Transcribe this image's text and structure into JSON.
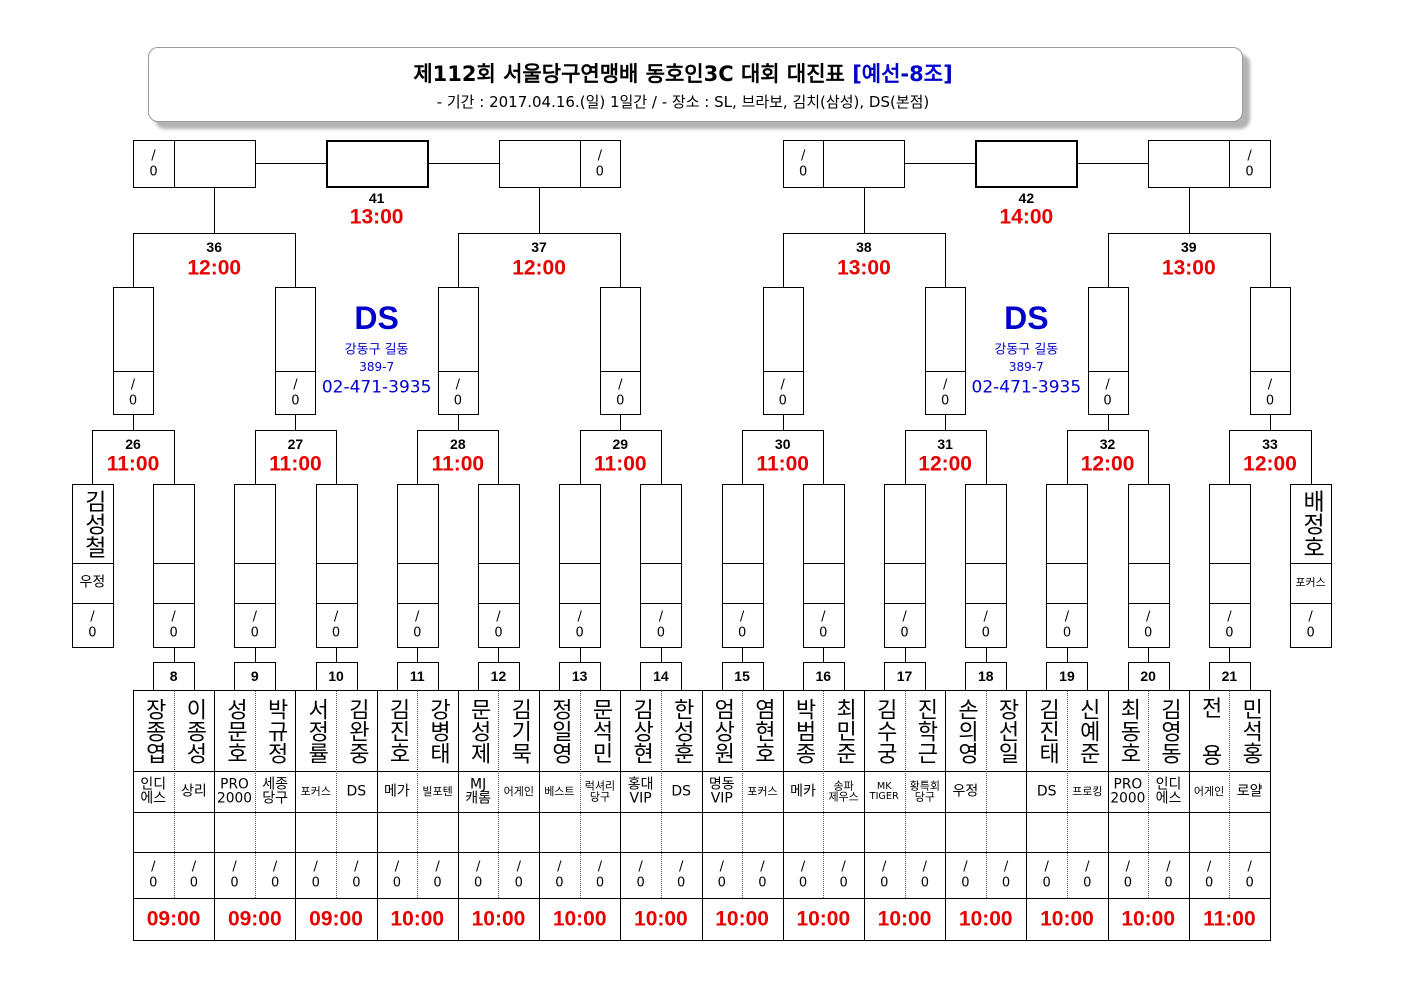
{
  "title": {
    "main": "제112회 서울당구연맹배 동호인3C 대회 대진표",
    "group": "[예선-8조]",
    "subtitle": "- 기간 : 2017.04.16.(일) 1일간 / - 장소 : SL, 브라보, 김치(삼성), DS(본점)"
  },
  "score_placeholder": {
    "slash": "/",
    "value": "0"
  },
  "venue": {
    "name": "DS",
    "address_line1": "강동구 길동",
    "address_line2": "389-7",
    "phone": "02-471-3935"
  },
  "finals": [
    {
      "no": "41",
      "time": "13:00"
    },
    {
      "no": "42",
      "time": "14:00"
    }
  ],
  "round3": [
    {
      "no": "36",
      "time": "12:00"
    },
    {
      "no": "37",
      "time": "12:00"
    },
    {
      "no": "38",
      "time": "13:00"
    },
    {
      "no": "39",
      "time": "13:00"
    }
  ],
  "round2": [
    {
      "no": "26",
      "time": "11:00"
    },
    {
      "no": "27",
      "time": "11:00"
    },
    {
      "no": "28",
      "time": "11:00"
    },
    {
      "no": "29",
      "time": "11:00"
    },
    {
      "no": "30",
      "time": "11:00"
    },
    {
      "no": "31",
      "time": "12:00"
    },
    {
      "no": "32",
      "time": "12:00"
    },
    {
      "no": "33",
      "time": "12:00"
    }
  ],
  "seeded": [
    {
      "name": "김성철",
      "club": "우정"
    },
    {
      "name": "배정호",
      "club": "포커스"
    }
  ],
  "round1": [
    {
      "no": "8",
      "time": "09:00",
      "players": [
        {
          "name": "장종엽",
          "club": "인디\n에스"
        },
        {
          "name": "이종성",
          "club": "상리"
        }
      ]
    },
    {
      "no": "9",
      "time": "09:00",
      "players": [
        {
          "name": "성문호",
          "club": "PRO\n2000"
        },
        {
          "name": "박규정",
          "club": "세종\n당구"
        }
      ]
    },
    {
      "no": "10",
      "time": "09:00",
      "players": [
        {
          "name": "서정률",
          "club": "포커스"
        },
        {
          "name": "김완중",
          "club": "DS"
        }
      ]
    },
    {
      "no": "11",
      "time": "10:00",
      "players": [
        {
          "name": "김진호",
          "club": "메가"
        },
        {
          "name": "강병태",
          "club": "빌포텐"
        }
      ]
    },
    {
      "no": "12",
      "time": "10:00",
      "players": [
        {
          "name": "문성제",
          "club": "MJ\n캐롬"
        },
        {
          "name": "김기묵",
          "club": "어게인"
        }
      ]
    },
    {
      "no": "13",
      "time": "10:00",
      "players": [
        {
          "name": "정일영",
          "club": "베스트"
        },
        {
          "name": "문석민",
          "club": "럭셔리\n당구"
        }
      ]
    },
    {
      "no": "14",
      "time": "10:00",
      "players": [
        {
          "name": "김상현",
          "club": "홍대\nVIP"
        },
        {
          "name": "한성훈",
          "club": "DS"
        }
      ]
    },
    {
      "no": "15",
      "time": "10:00",
      "players": [
        {
          "name": "엄상원",
          "club": "명동\nVIP"
        },
        {
          "name": "염현호",
          "club": "포커스"
        }
      ]
    },
    {
      "no": "16",
      "time": "10:00",
      "players": [
        {
          "name": "박범종",
          "club": "메카"
        },
        {
          "name": "최민준",
          "club": "송파\n제우스"
        }
      ]
    },
    {
      "no": "17",
      "time": "10:00",
      "players": [
        {
          "name": "김수궁",
          "club": "MK\nTIGER"
        },
        {
          "name": "진학근",
          "club": "황특회\n당구"
        }
      ]
    },
    {
      "no": "18",
      "time": "10:00",
      "players": [
        {
          "name": "손의영",
          "club": "우정"
        },
        {
          "name": "장선일",
          "club": ""
        }
      ]
    },
    {
      "no": "19",
      "time": "10:00",
      "players": [
        {
          "name": "김진태",
          "club": "DS"
        },
        {
          "name": "신예준",
          "club": "프로킹"
        }
      ]
    },
    {
      "no": "20",
      "time": "10:00",
      "players": [
        {
          "name": "최동호",
          "club": "PRO\n2000"
        },
        {
          "name": "김영동",
          "club": "인디\n에스"
        }
      ]
    },
    {
      "no": "21",
      "time": "11:00",
      "players": [
        {
          "name": "전 용",
          "club": "어게인"
        },
        {
          "name": "민석홍",
          "club": "로얄"
        }
      ]
    }
  ],
  "colors": {
    "time": "#e60000",
    "venue": "#0000cc",
    "group_tag": "#0000cc"
  }
}
